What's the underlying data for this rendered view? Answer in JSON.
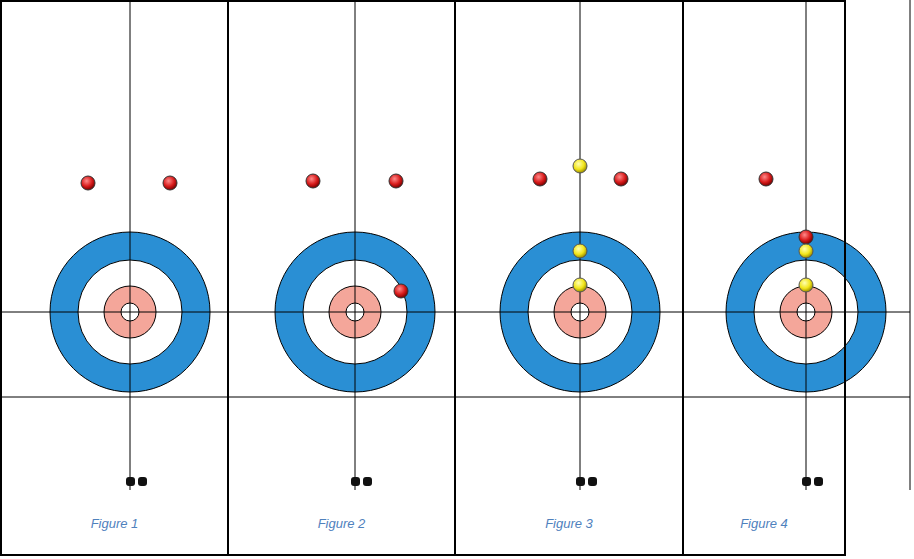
{
  "diagram": {
    "nodes": [
      {
        "text": [
          "Figure 1"
        ]
      },
      {
        "text": [
          "Figure 2"
        ]
      },
      {
        "text": [
          "Figure 3"
        ]
      },
      {
        "text": [
          "Figure 4"
        ]
      }
    ]
  }
}
